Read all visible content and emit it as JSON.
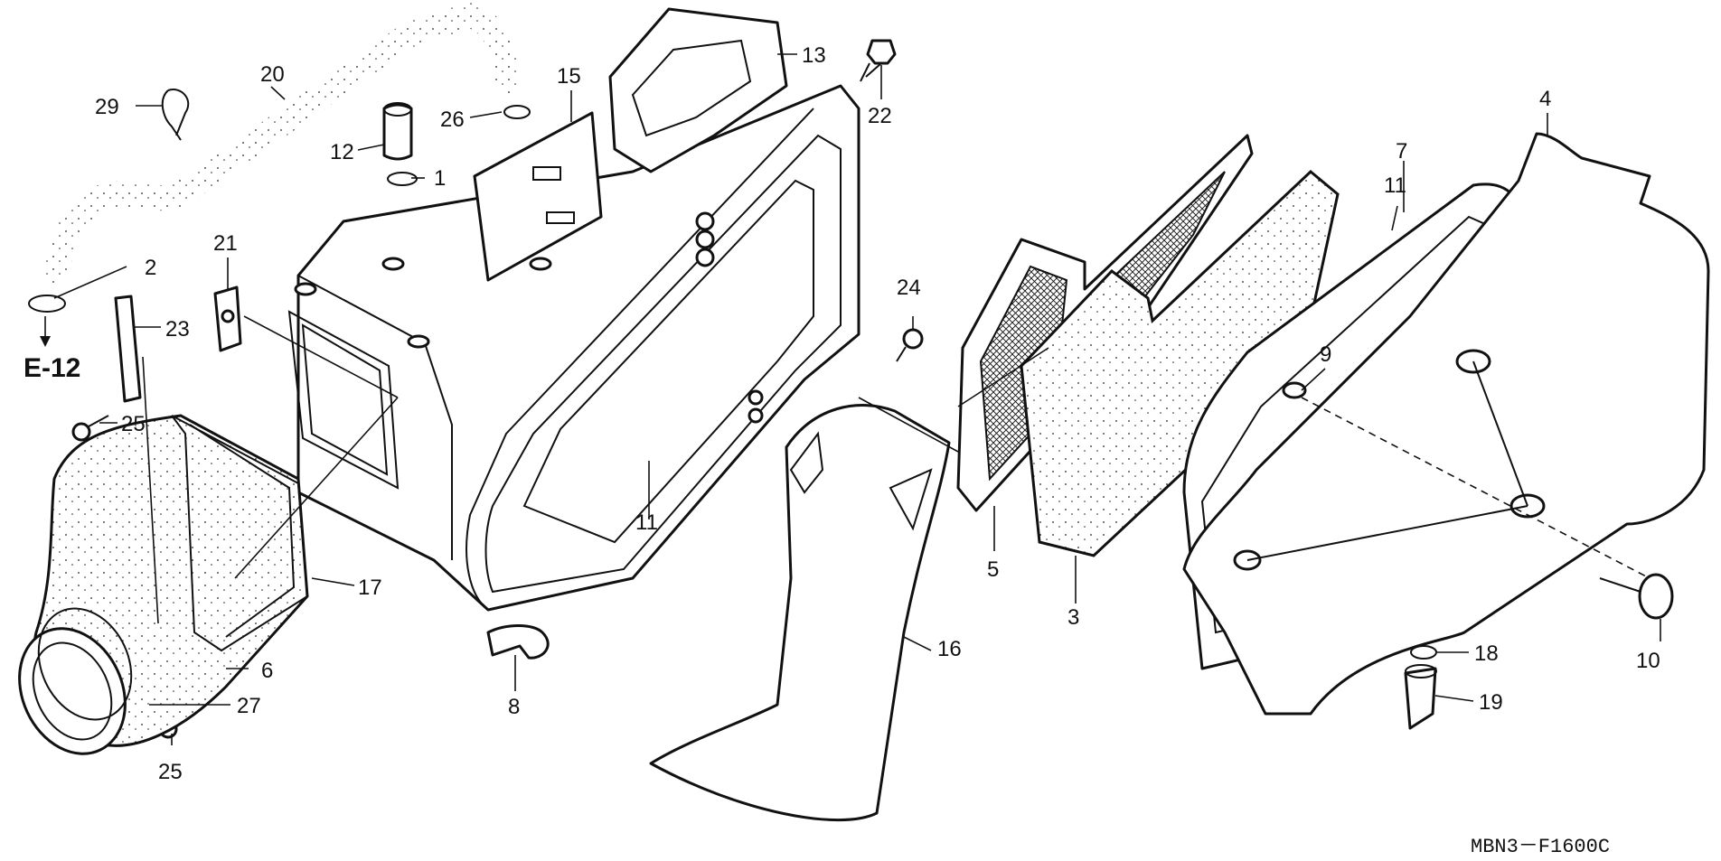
{
  "diagram": {
    "ref_label": "E-12",
    "figure_code": "MBN3－F1600C",
    "callouts": [
      {
        "id": "c20",
        "text": "20"
      },
      {
        "id": "c29",
        "text": "29"
      },
      {
        "id": "c12",
        "text": "12"
      },
      {
        "id": "c1",
        "text": "1"
      },
      {
        "id": "c26",
        "text": "26"
      },
      {
        "id": "c15",
        "text": "15"
      },
      {
        "id": "c13",
        "text": "13"
      },
      {
        "id": "c22",
        "text": "22"
      },
      {
        "id": "c2",
        "text": "2"
      },
      {
        "id": "c21",
        "text": "21"
      },
      {
        "id": "c23",
        "text": "23"
      },
      {
        "id": "c25a",
        "text": "25"
      },
      {
        "id": "c17",
        "text": "17"
      },
      {
        "id": "c6",
        "text": "6"
      },
      {
        "id": "c27",
        "text": "27"
      },
      {
        "id": "c25b",
        "text": "25"
      },
      {
        "id": "c11a",
        "text": "11"
      },
      {
        "id": "c8",
        "text": "8"
      },
      {
        "id": "c24",
        "text": "24"
      },
      {
        "id": "c16",
        "text": "16"
      },
      {
        "id": "c5",
        "text": "5"
      },
      {
        "id": "c3",
        "text": "3"
      },
      {
        "id": "c4",
        "text": "4"
      },
      {
        "id": "c7",
        "text": "7"
      },
      {
        "id": "c11b",
        "text": "11"
      },
      {
        "id": "c9",
        "text": "9"
      },
      {
        "id": "c10",
        "text": "10"
      },
      {
        "id": "c18",
        "text": "18"
      },
      {
        "id": "c19",
        "text": "19"
      }
    ]
  }
}
